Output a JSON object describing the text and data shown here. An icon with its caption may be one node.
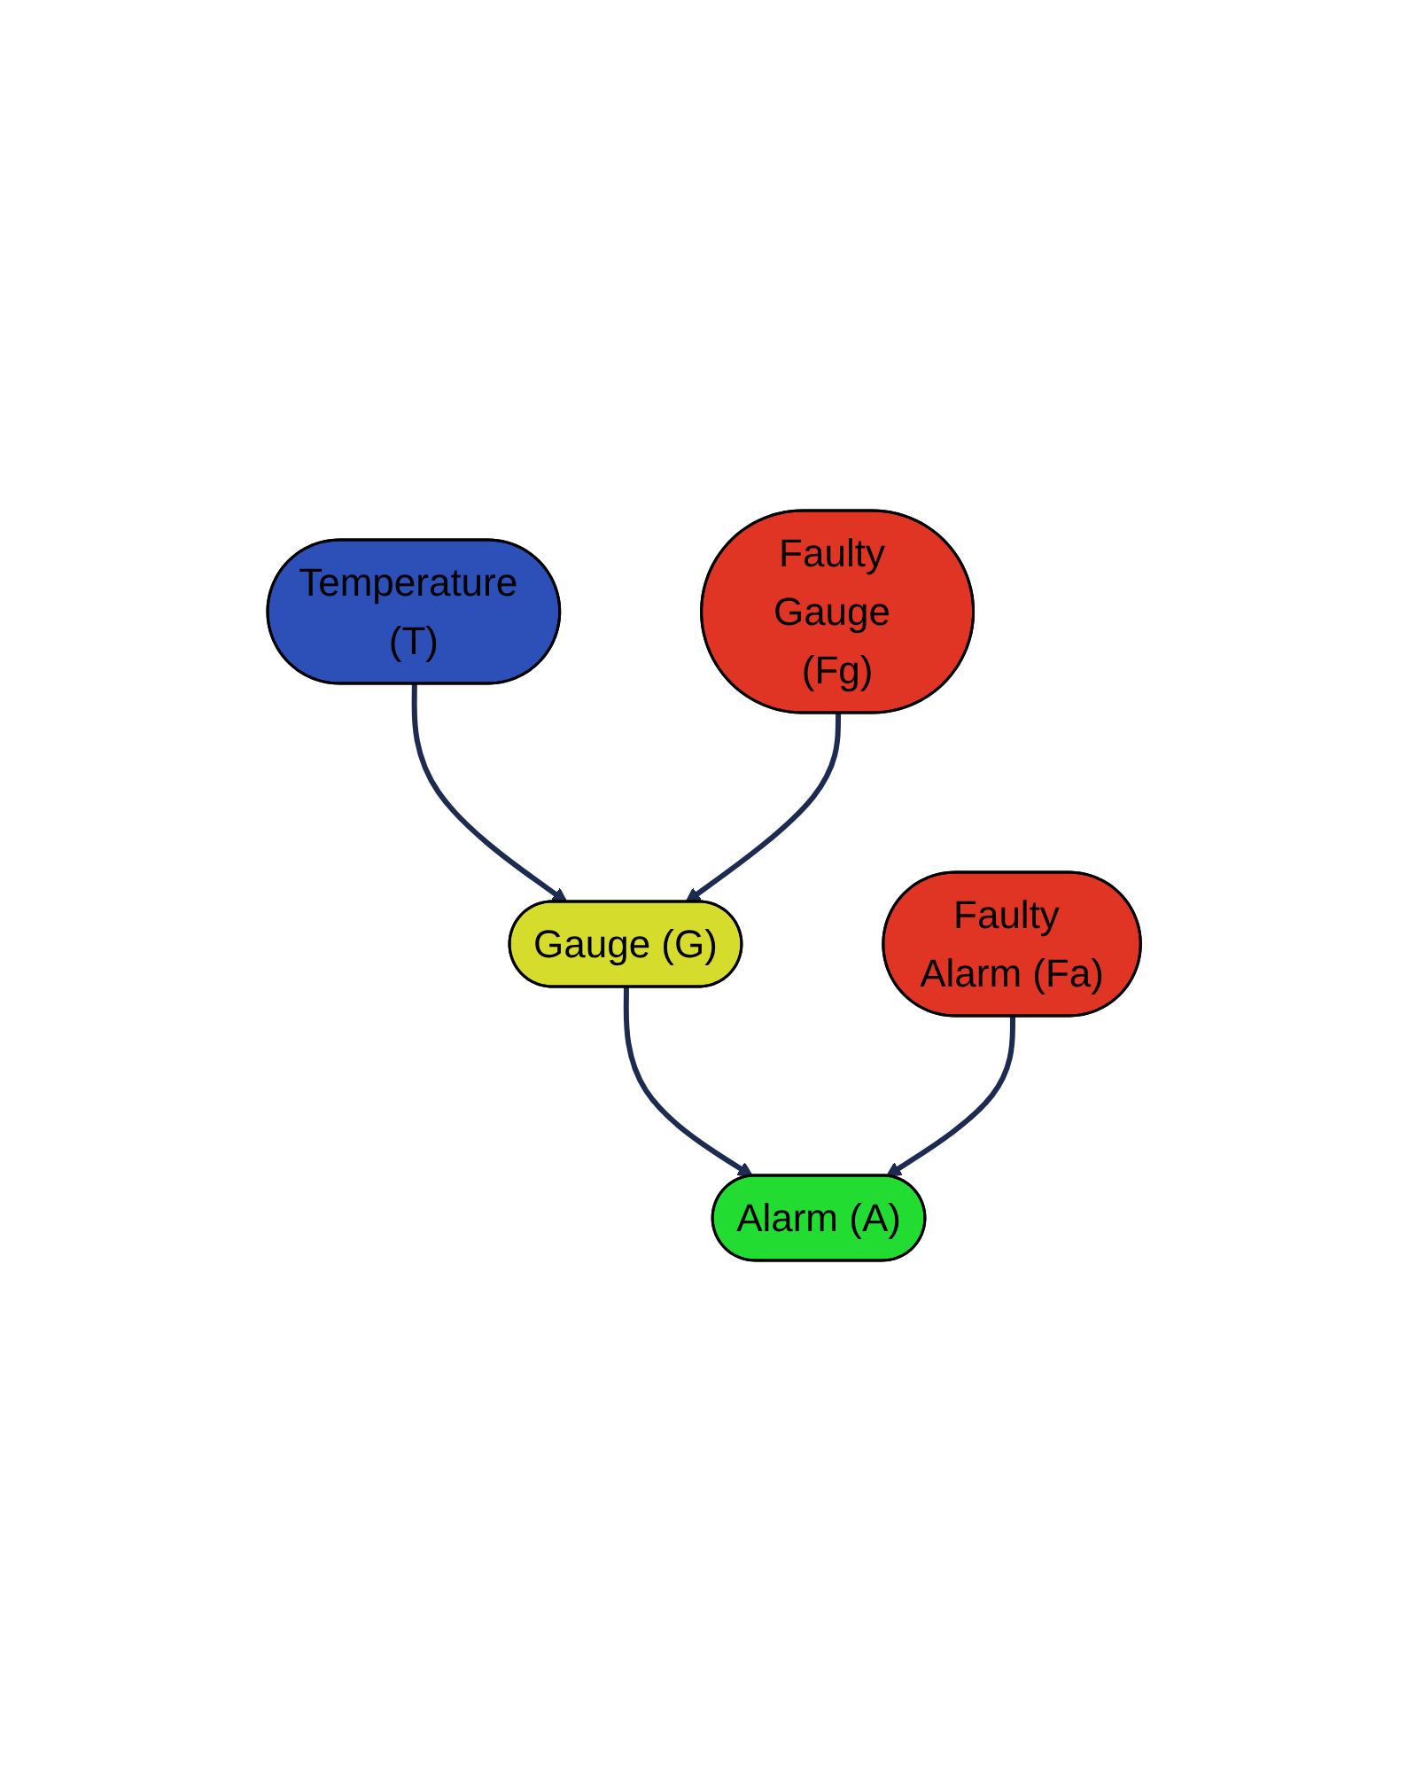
{
  "diagram": {
    "nodes": [
      {
        "text": [
          "Temperature (T)"
        ]
      },
      {
        "text": [
          "Faulty Gauge (Fg)"
        ]
      },
      {
        "text": [
          "Gauge (G)"
        ]
      },
      {
        "text": [
          "Faulty Alarm (Fa)"
        ]
      },
      {
        "text": [
          "Alarm (A)"
        ]
      }
    ],
    "edges": [
      {
        "from": 0,
        "to": 2,
        "arrow": "to"
      },
      {
        "from": 1,
        "to": 2,
        "arrow": "to"
      },
      {
        "from": 2,
        "to": 4,
        "arrow": "to"
      },
      {
        "from": 3,
        "to": 4,
        "arrow": "to"
      }
    ]
  }
}
